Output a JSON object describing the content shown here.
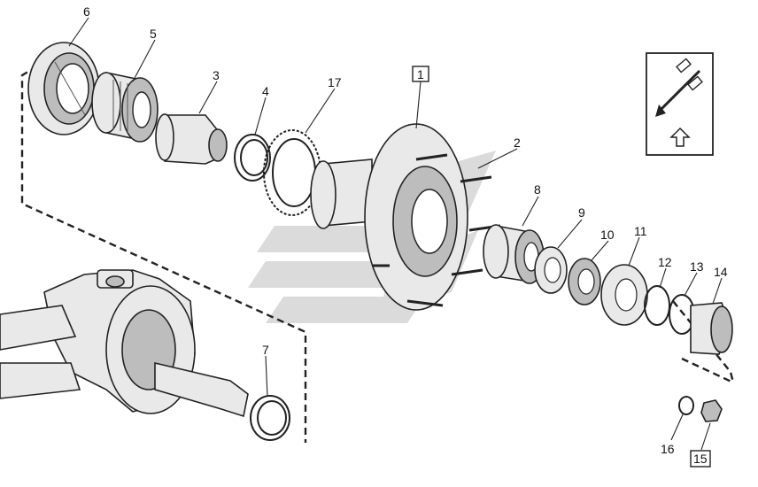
{
  "labels": {
    "p1": "1",
    "p2": "2",
    "p3": "3",
    "p4": "4",
    "p5": "5",
    "p6": "6",
    "p7": "7",
    "p8": "8",
    "p9": "9",
    "p10": "10",
    "p11": "11",
    "p12": "12",
    "p13": "13",
    "p14": "14",
    "p15": "15",
    "p16": "16",
    "p17": "17"
  },
  "icons": {
    "orientation": "vehicle-orientation-arrow-icon",
    "watermark": "brand-watermark-icon"
  }
}
